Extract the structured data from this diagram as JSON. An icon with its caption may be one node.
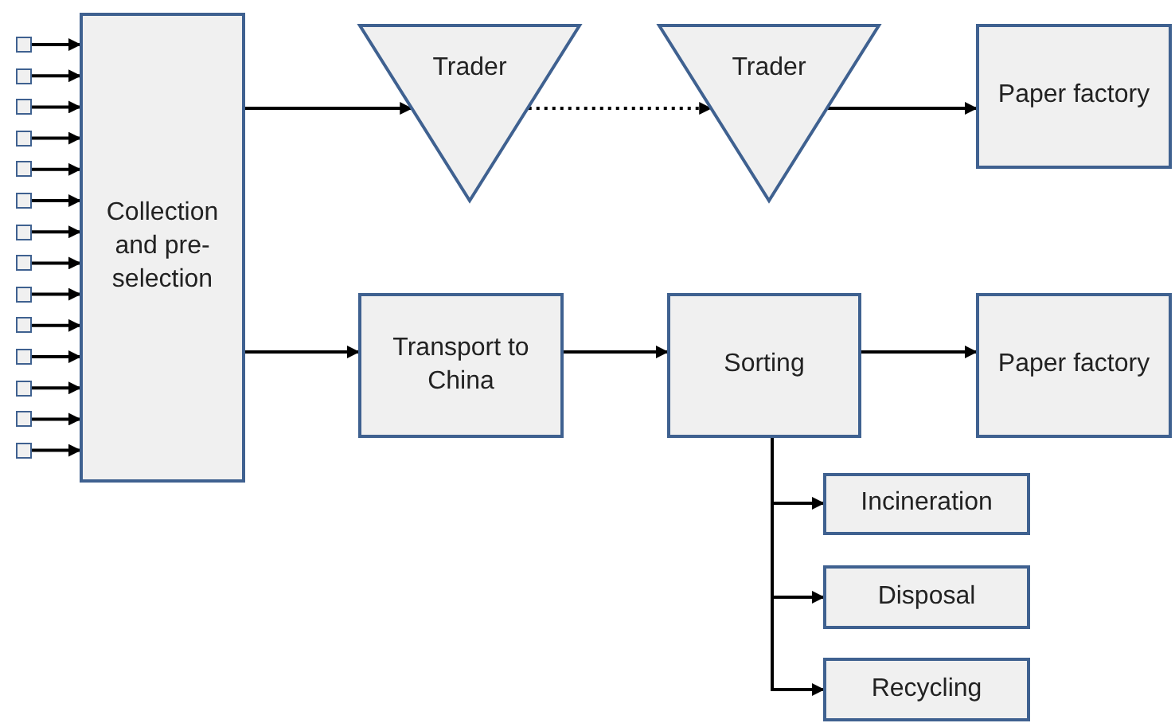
{
  "diagram": {
    "nodes": [
      {
        "text": [],
        "shape": "box"
      },
      {
        "text": [],
        "shape": "box"
      },
      {
        "text": [],
        "shape": "box"
      },
      {
        "text": [],
        "shape": "box"
      },
      {
        "text": [],
        "shape": "box"
      },
      {
        "text": [],
        "shape": "box"
      },
      {
        "text": [],
        "shape": "box"
      },
      {
        "text": [],
        "shape": "box"
      },
      {
        "text": [],
        "shape": "box"
      },
      {
        "text": [],
        "shape": "box"
      },
      {
        "text": [],
        "shape": "box"
      },
      {
        "text": [],
        "shape": "box"
      },
      {
        "text": [],
        "shape": "box"
      },
      {
        "text": [],
        "shape": "box"
      },
      {
        "text": [
          "Collection and pre-selection"
        ]
      },
      {
        "text": [
          "Trader"
        ]
      },
      {
        "text": [
          "Trader"
        ]
      },
      {
        "text": [
          "Paper factory"
        ]
      },
      {
        "text": [
          "Transport to China"
        ]
      },
      {
        "text": [
          "Sorting"
        ]
      },
      {
        "text": [
          "Paper factory"
        ]
      },
      {
        "text": [
          "Incineration"
        ]
      },
      {
        "text": [
          "Disposal"
        ]
      },
      {
        "text": [
          "Recycling"
        ]
      }
    ],
    "edges": [
      {
        "from": 0,
        "to": 14,
        "arrow": "to"
      },
      {
        "from": 1,
        "to": 14,
        "arrow": "to"
      },
      {
        "from": 2,
        "to": 14,
        "arrow": "to"
      },
      {
        "from": 3,
        "to": 14,
        "arrow": "to"
      },
      {
        "from": 4,
        "to": 14,
        "arrow": "to"
      },
      {
        "from": 5,
        "to": 14,
        "arrow": "to"
      },
      {
        "from": 6,
        "to": 14,
        "arrow": "to"
      },
      {
        "from": 7,
        "to": 14,
        "arrow": "to"
      },
      {
        "from": 8,
        "to": 14,
        "arrow": "to"
      },
      {
        "from": 9,
        "to": 14,
        "arrow": "to"
      },
      {
        "from": 10,
        "to": 14,
        "arrow": "to"
      },
      {
        "from": 11,
        "to": 14,
        "arrow": "to"
      },
      {
        "from": 12,
        "to": 14,
        "arrow": "to"
      },
      {
        "from": 13,
        "to": 14,
        "arrow": "to"
      },
      {
        "from": 14,
        "to": 15,
        "arrow": "to"
      },
      {
        "from": 15,
        "to": 16,
        "arrow": "to",
        "style": "dashed"
      },
      {
        "from": 16,
        "to": 17,
        "arrow": "to"
      },
      {
        "from": 14,
        "to": 18,
        "arrow": "to"
      },
      {
        "from": 18,
        "to": 19,
        "arrow": "to"
      },
      {
        "from": 19,
        "to": 20,
        "arrow": "to"
      },
      {
        "from": 19,
        "to": 21,
        "arrow": "to"
      },
      {
        "from": 19,
        "to": 22,
        "arrow": "to"
      },
      {
        "from": 19,
        "to": 23,
        "arrow": "to"
      }
    ]
  }
}
